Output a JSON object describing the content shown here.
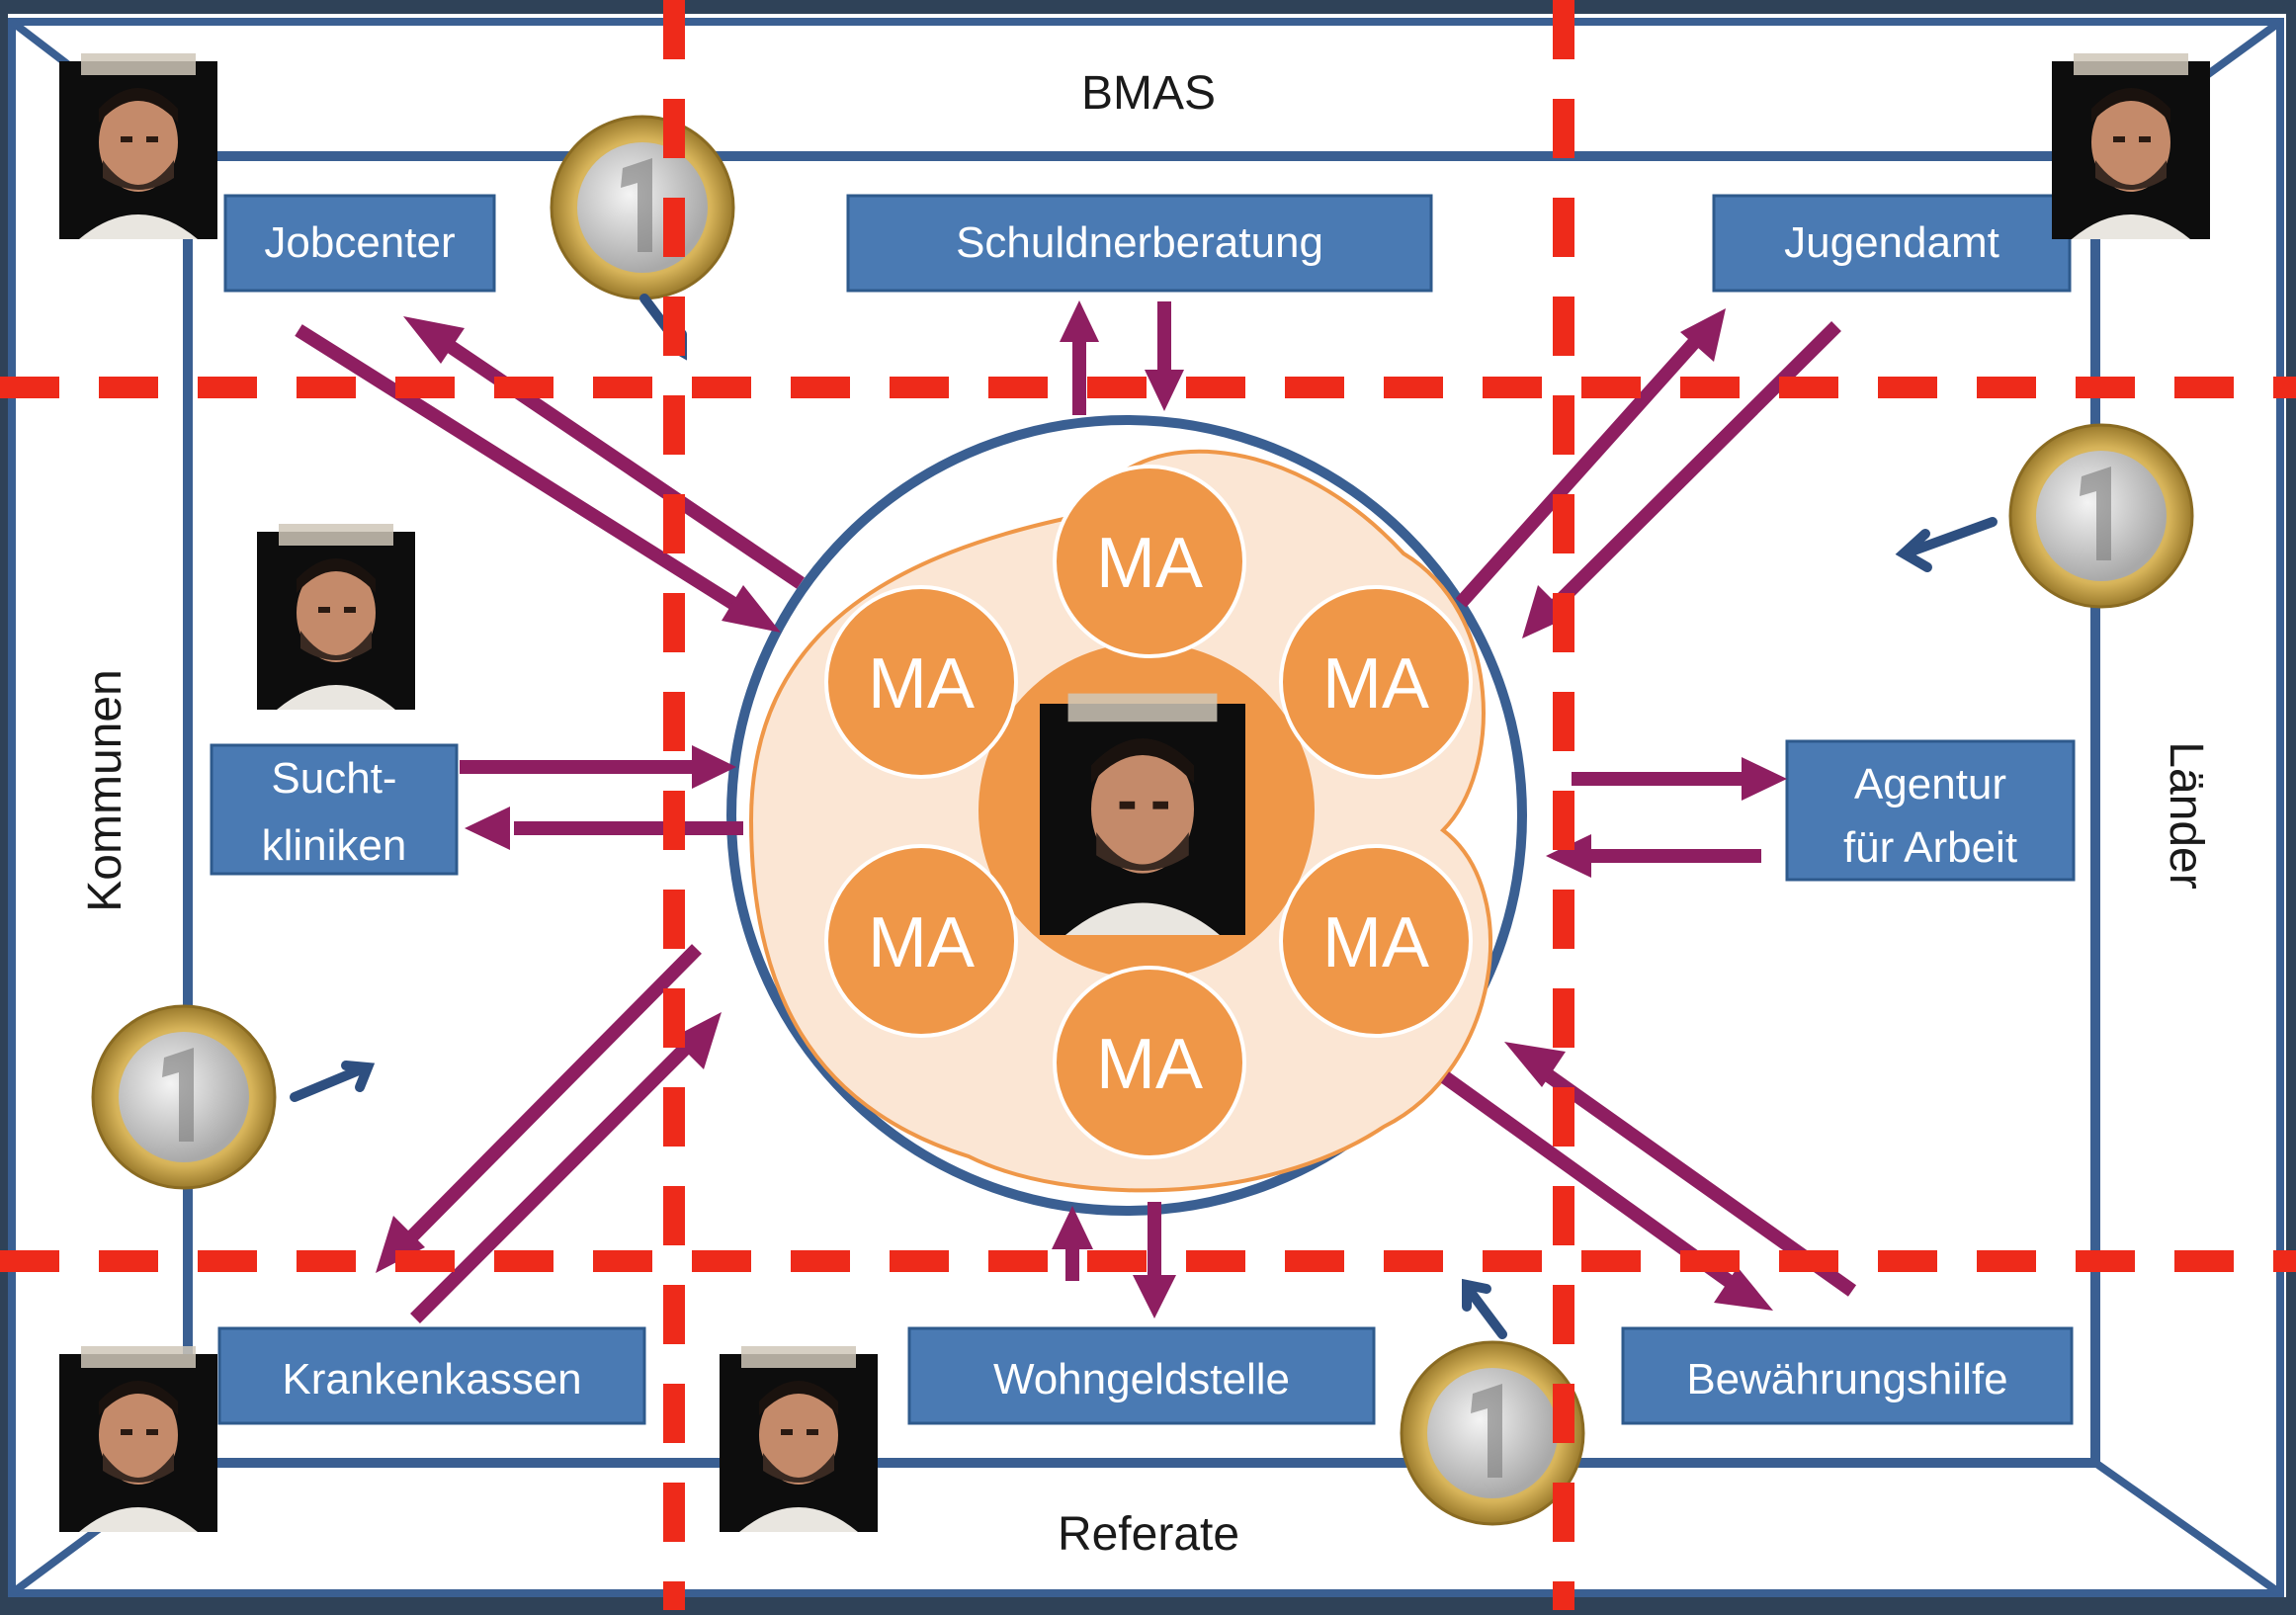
{
  "diagram": {
    "outer_labels": {
      "top": "BMAS",
      "bottom": "Referate",
      "left": "Kommunen",
      "right": "Länder"
    },
    "institutions": [
      {
        "id": "jobcenter",
        "label": "Jobcenter"
      },
      {
        "id": "schuldnerberatung",
        "label": "Schuldnerberatung"
      },
      {
        "id": "jugendamt",
        "label": "Jugendamt"
      },
      {
        "id": "suchtkliniken",
        "label_line1": "Sucht-",
        "label_line2": "kliniken"
      },
      {
        "id": "agentur",
        "label_line1": "Agentur",
        "label_line2": "für Arbeit"
      },
      {
        "id": "krankenkassen",
        "label": "Krankenkassen"
      },
      {
        "id": "wohngeldstelle",
        "label": "Wohngeldstelle"
      },
      {
        "id": "bewaehrungshilfe",
        "label": "Bewährungshilfe"
      }
    ],
    "staff_circles": [
      "MA",
      "MA",
      "MA",
      "MA",
      "MA",
      "MA"
    ],
    "coin_value": "1",
    "colors": {
      "box_fill": "#4a7ab3",
      "frame": "#3a5f92",
      "arrows": "#8e1e61",
      "staff": "#ef9748",
      "dashed_lines": "#ee2a1a"
    }
  }
}
